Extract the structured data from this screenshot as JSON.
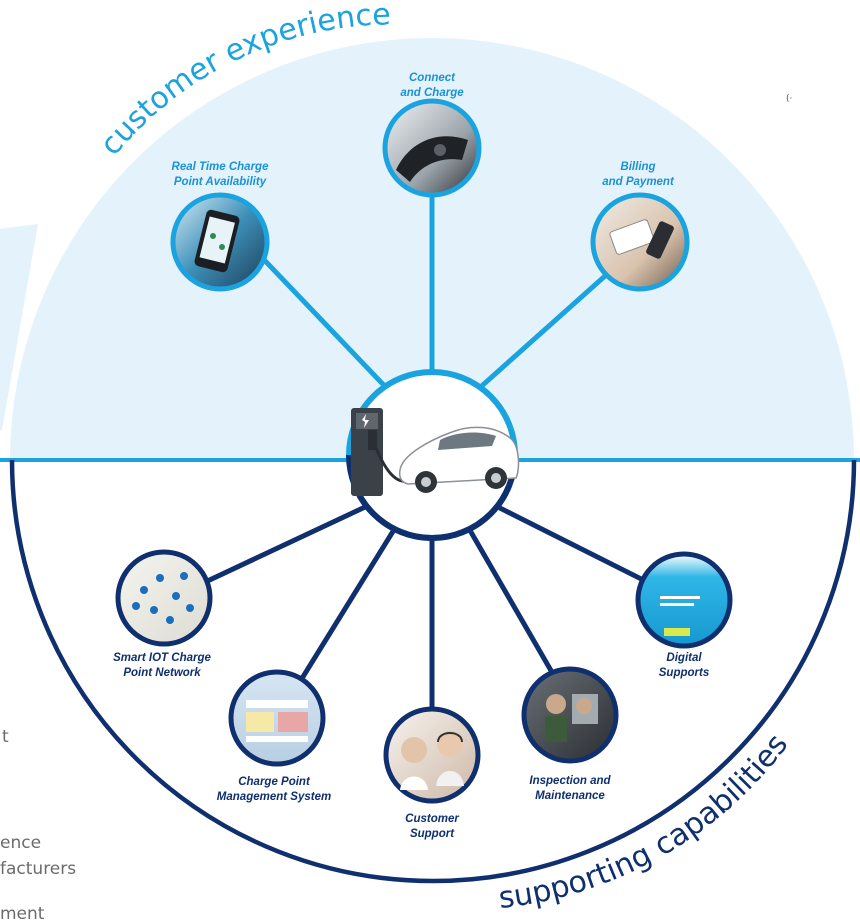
{
  "colors": {
    "top_fill": "#e4f3fb",
    "top_accent": "#1aa3de",
    "bottom_accent": "#0f2f6e",
    "arc_text_top": "#1aa3de",
    "arc_text_bottom": "#0f2f6e",
    "side_text": "#6b6b6b"
  },
  "arc_labels": {
    "top": "customer experience",
    "bottom": "supporting capabilities"
  },
  "center": {
    "icon": "ev-charging-car-icon"
  },
  "top_nodes": [
    {
      "label": "Real Time Charge\nPoint Availability",
      "icon": "smartphone-map-icon"
    },
    {
      "label": "Connect\nand Charge",
      "icon": "charging-plug-icon"
    },
    {
      "label": "Billing\nand Payment",
      "icon": "card-payment-icon"
    }
  ],
  "bottom_nodes": [
    {
      "label": "Smart IOT Charge\nPoint Network",
      "icon": "network-map-icon"
    },
    {
      "label": "Charge Point\nManagement System",
      "icon": "dashboard-icon"
    },
    {
      "label": "Customer\nSupport",
      "icon": "headset-agents-icon"
    },
    {
      "label": "Inspection and\nMaintenance",
      "icon": "technician-icon"
    },
    {
      "label": "Digital\nSupports",
      "icon": "website-icon"
    }
  ],
  "left_cut_text": [
    "t",
    "ence",
    "facturers",
    "ment"
  ],
  "corner_mark": "(·"
}
